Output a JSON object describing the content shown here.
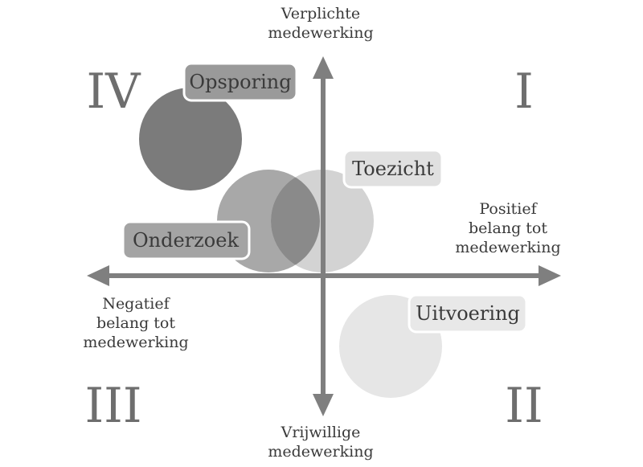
{
  "axes": {
    "top_label": [
      "Verplichte",
      "medewerking"
    ],
    "bottom_label": [
      "Vrijwillige",
      "medewerking"
    ],
    "right_label": [
      "Positief",
      "belang tot",
      "medewerking"
    ],
    "left_label": [
      "Negatief",
      "belang tot",
      "medewerking"
    ]
  },
  "quadrants": {
    "q1": "I",
    "q2": "II",
    "q3": "III",
    "q4": "IV"
  },
  "clusters": [
    {
      "id": "opsporing",
      "label": "Opsporing",
      "fill": "#7b7b7b",
      "tag_fill": "#9a9a9a"
    },
    {
      "id": "onderzoek",
      "label": "Onderzoek",
      "fill": "#a8a8a8",
      "tag_fill": "#a4a4a4"
    },
    {
      "id": "toezicht",
      "label": "Toezicht",
      "fill": "#d3d3d3",
      "tag_fill": "#e0e0e0"
    },
    {
      "id": "uitvoering",
      "label": "Uitvoering",
      "fill": "#e6e6e6",
      "tag_fill": "#e8e8e8"
    }
  ],
  "colors": {
    "axis": "#7f7f7f",
    "overlap": "#8a8a8a",
    "roman": "#6e6e6e",
    "text": "#3a3a3a"
  }
}
